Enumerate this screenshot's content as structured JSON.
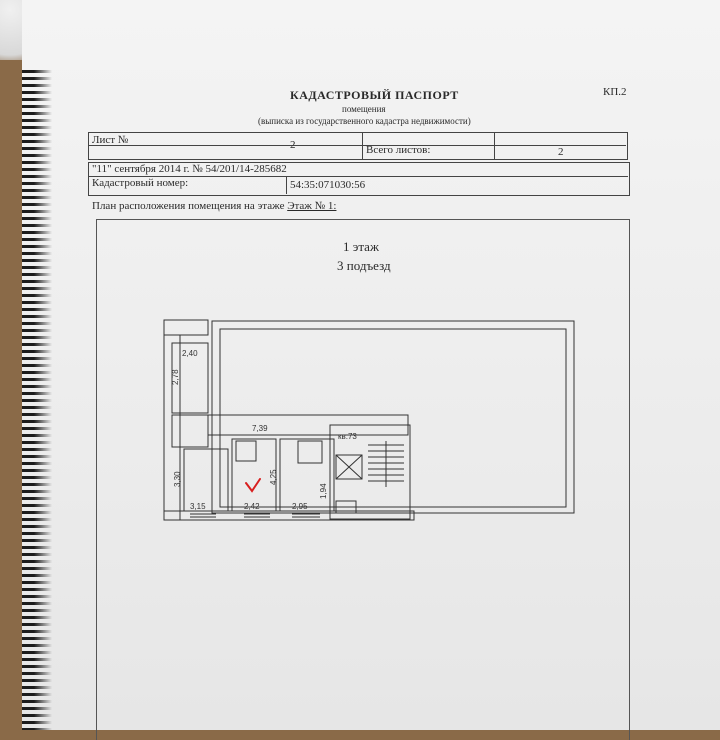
{
  "header": {
    "title": "КАДАСТРОВЫЙ ПАСПОРТ",
    "subtitle": "помещения",
    "subtitle_note": "(выписка из государственного кадастра недвижимости)",
    "form_code": "КП.2"
  },
  "sheet": {
    "sheet_label": "Лист №",
    "sheet_value": "2",
    "total_label": "Всего листов:",
    "total_value": "2"
  },
  "record": {
    "date_number": "\"11\" сентября 2014 г. № 54/201/14-285682",
    "cadastral_label": "Кадастровый номер:",
    "cadastral_value": "54:35:071030:56"
  },
  "plan": {
    "label": "План расположения помещения на этаже",
    "floor_link": "Этаж № 1:",
    "floor_title": "1 этаж",
    "entrance_title": "3 подъезд",
    "dimensions": {
      "d1": "2,40",
      "d2": "2,78",
      "d3": "7,39",
      "d4": "3,30",
      "d5": "4,25",
      "d6": "1,94",
      "d7": "3,15",
      "d8": "2,42",
      "d9": "2,95"
    },
    "apartment": "кв.73",
    "marker_color": "#d81e1e"
  }
}
